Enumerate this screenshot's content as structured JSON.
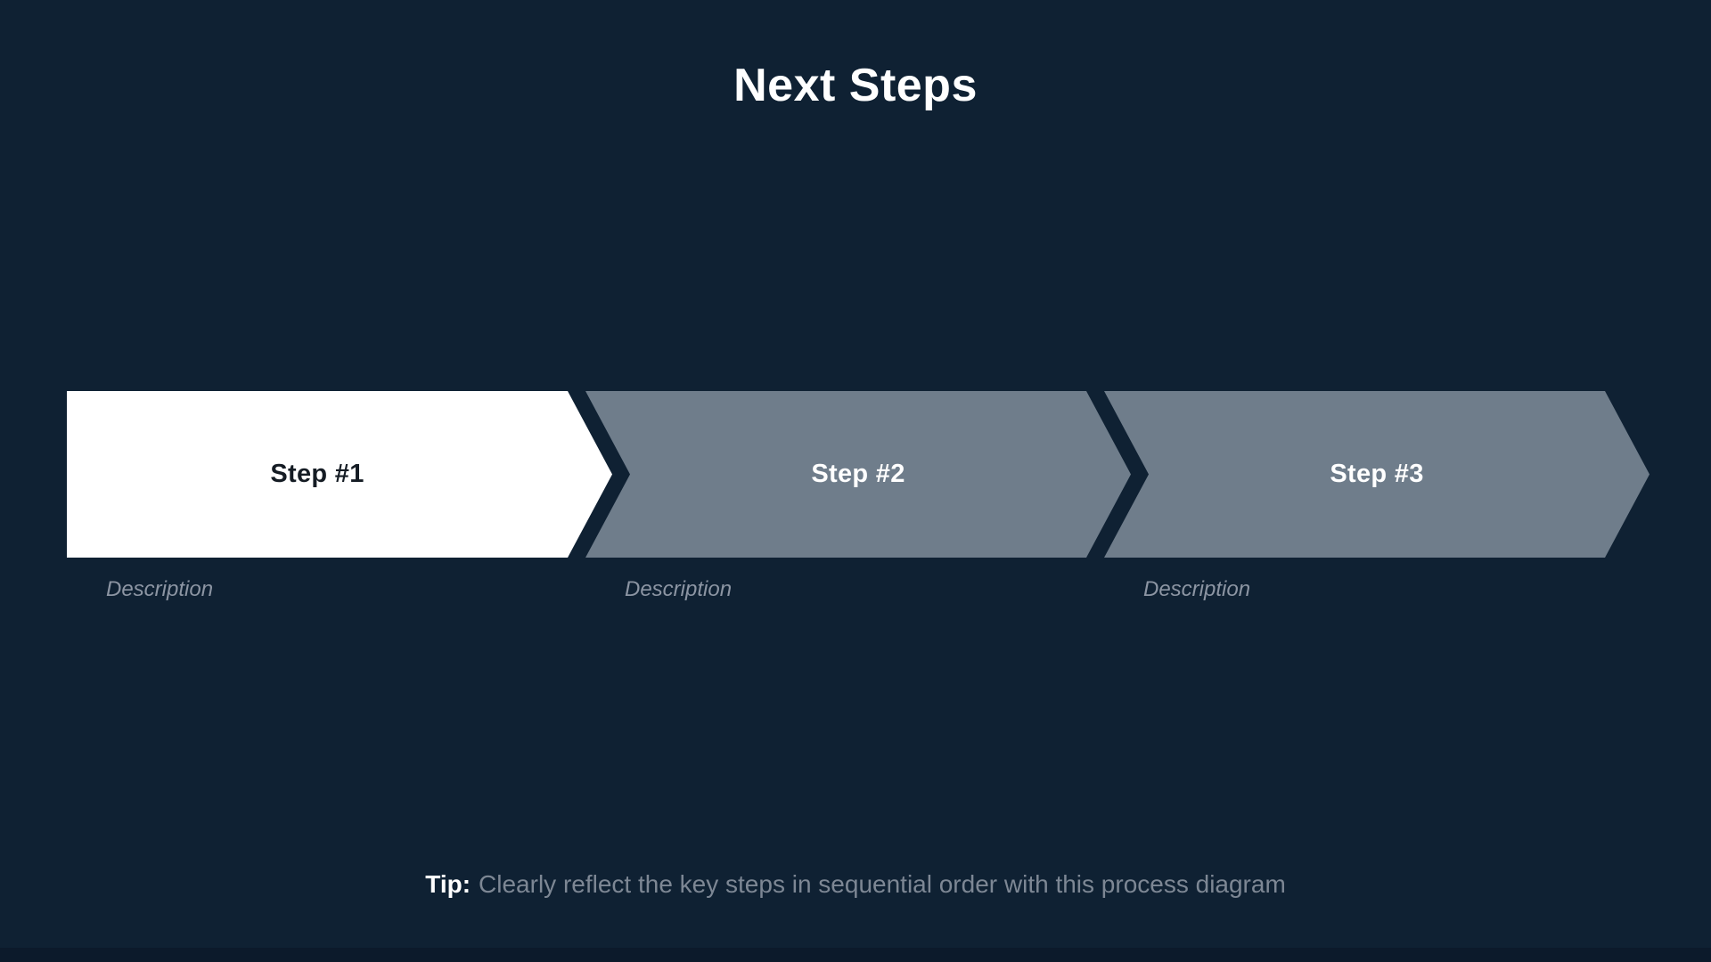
{
  "slide": {
    "title": "Next Steps"
  },
  "steps": [
    {
      "label": "Step #1",
      "description": "Description",
      "state": "active"
    },
    {
      "label": "Step #2",
      "description": "Description",
      "state": "upcoming"
    },
    {
      "label": "Step #3",
      "description": "Description",
      "state": "upcoming"
    }
  ],
  "tip": {
    "label": "Tip:",
    "text": "Clearly reflect the key steps in sequential order with this process diagram"
  },
  "colors": {
    "background": "#0F2133",
    "footer_strip": "#0C1A2B",
    "chevron_active": "#FFFFFF",
    "chevron_inactive": "#6F7D8B",
    "step_label_active": "#151C24",
    "step_label_inactive": "#FFFFFF",
    "description_text": "#8C95A3",
    "tip_text": "#7D8794",
    "tip_label": "#FFFFFF",
    "title_text": "#FFFFFF"
  }
}
